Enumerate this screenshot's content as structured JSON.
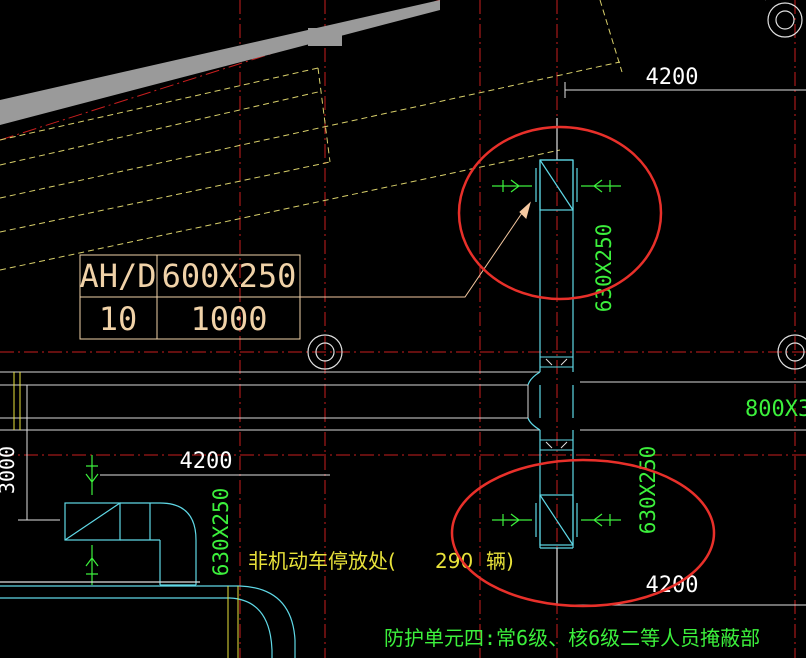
{
  "colors": {
    "background": "#000000",
    "axis_line": "#c81e1e",
    "duct": "#5fd8e6",
    "wall": "#d9d9d9",
    "dim_line": "#e0e0e0",
    "green_text": "#3cf03c",
    "yellow_text": "#e8e23a",
    "tag_box": "#f0d2a8",
    "highlight_circle": "#e8302a",
    "arrow_pointer": "#f5c8a0"
  },
  "dimensions": {
    "top_right": "4200",
    "middle_left": "4200",
    "bottom_right": "4200",
    "vertical_left": "3000"
  },
  "duct_sizes": {
    "upper_vertical": "630X250",
    "lower_vertical": "630X250",
    "left_vertical": "630X250",
    "right_edge": "800X3"
  },
  "equipment_tag": {
    "row1_left": "AH/D",
    "row1_right": "600X250",
    "row2_left": "10",
    "row2_right": "1000"
  },
  "labels": {
    "parking_prefix": "非机动车停放处(",
    "parking_count": "290",
    "parking_suffix": "辆)",
    "protection_unit": "防护单元四:常6级、核6级二等人员掩蔽部"
  },
  "icons": {
    "supply_diffuser": "supply-diffuser-icon",
    "column_marker": "column-marker-icon",
    "damper": "damper-icon"
  }
}
